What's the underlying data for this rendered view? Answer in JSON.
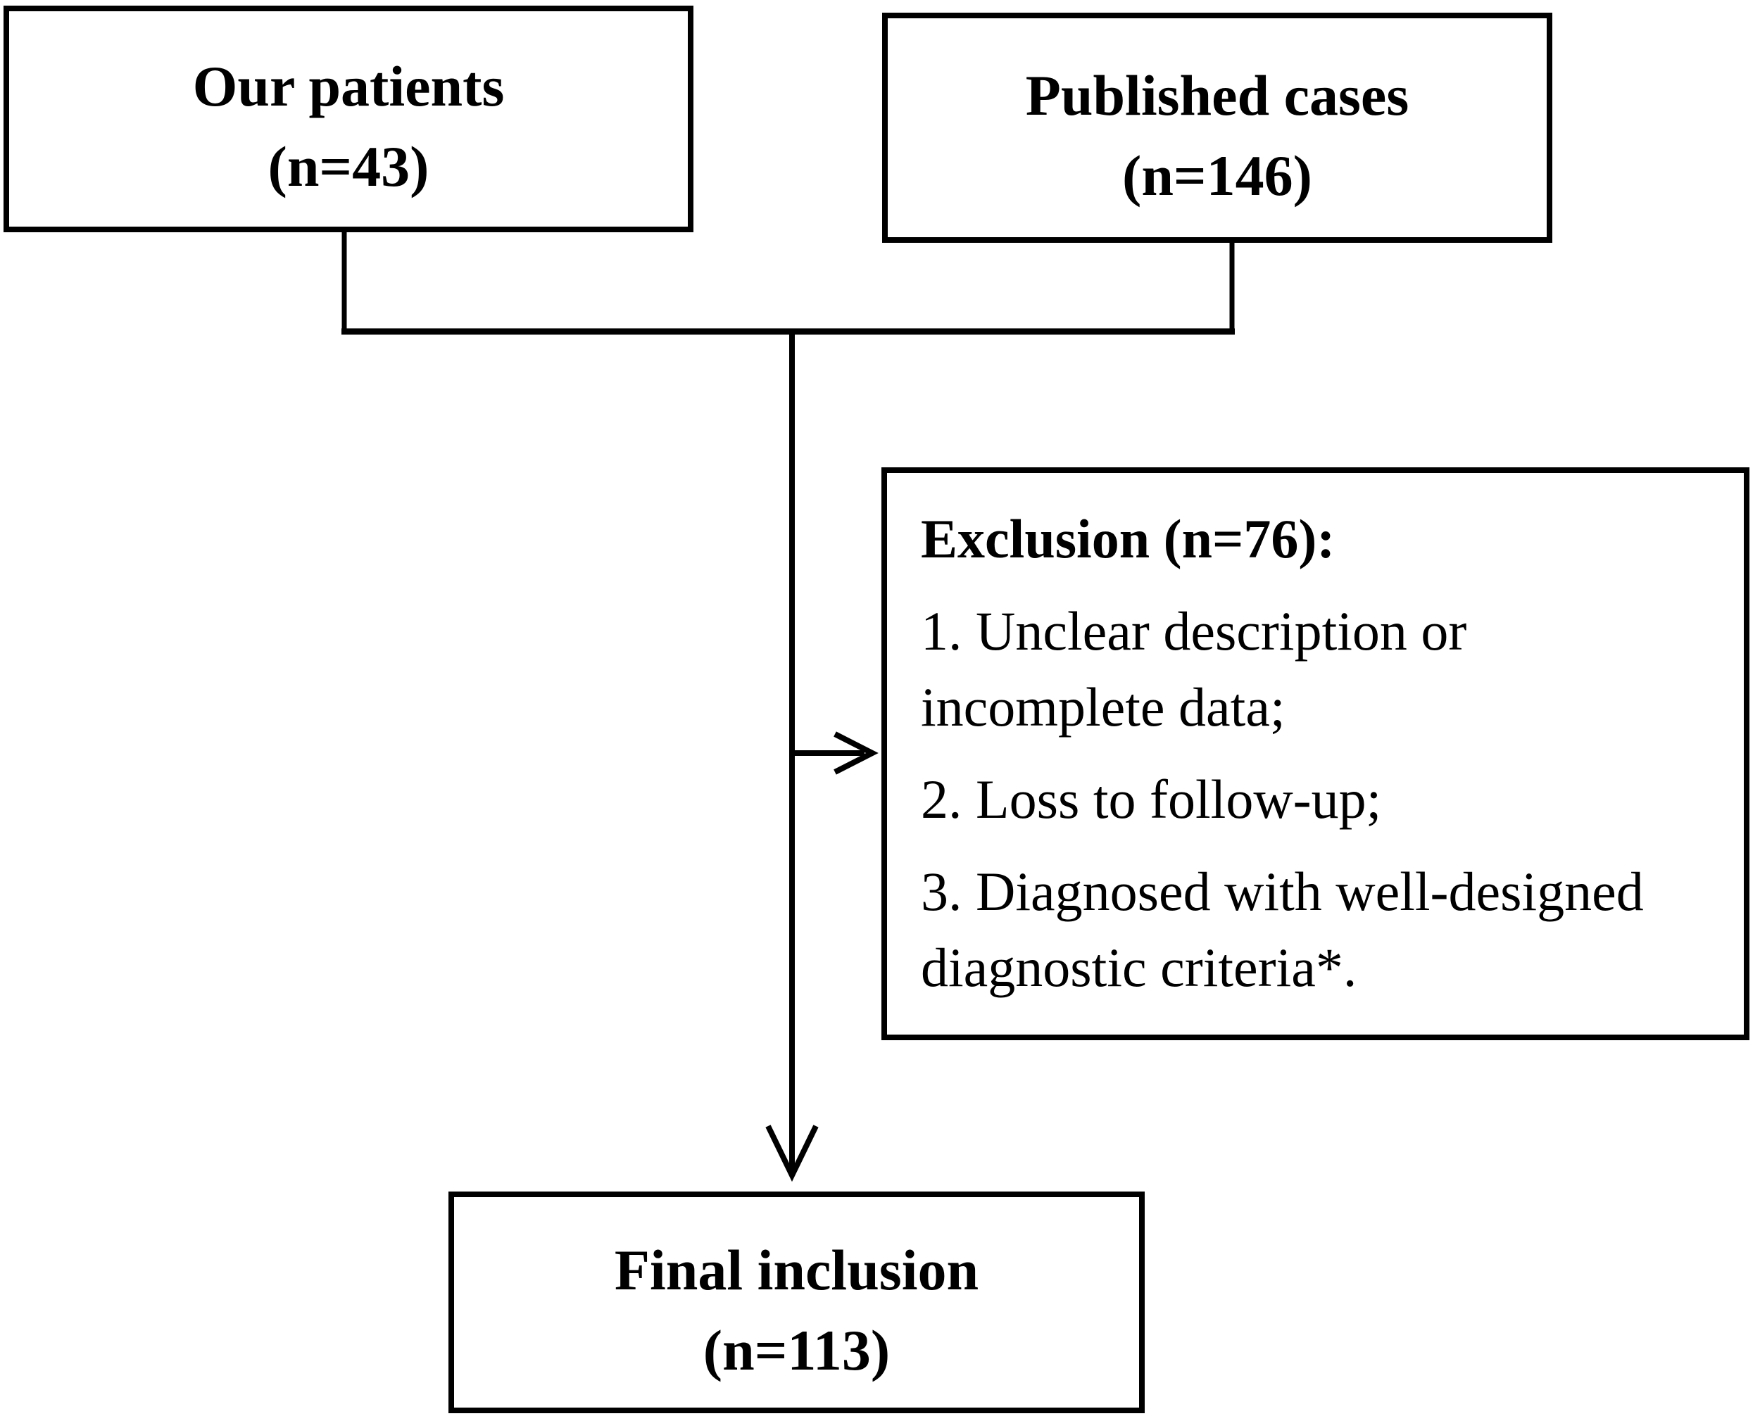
{
  "figure": {
    "background_color": "#ffffff",
    "line_color": "#000000"
  },
  "boxes": {
    "our_patients": {
      "label": "Our patients",
      "count": "(n=43)"
    },
    "published_cases": {
      "label": "Published cases",
      "count": "(n=146)"
    },
    "exclusion": {
      "title": "Exclusion (n=76):",
      "items": [
        "1. Unclear description or incomplete data;",
        "2. Loss to follow-up;",
        "3. Diagnosed with well-designed diagnostic criteria*."
      ]
    },
    "final_inclusion": {
      "label": "Final inclusion",
      "count": "(n=113)"
    }
  }
}
